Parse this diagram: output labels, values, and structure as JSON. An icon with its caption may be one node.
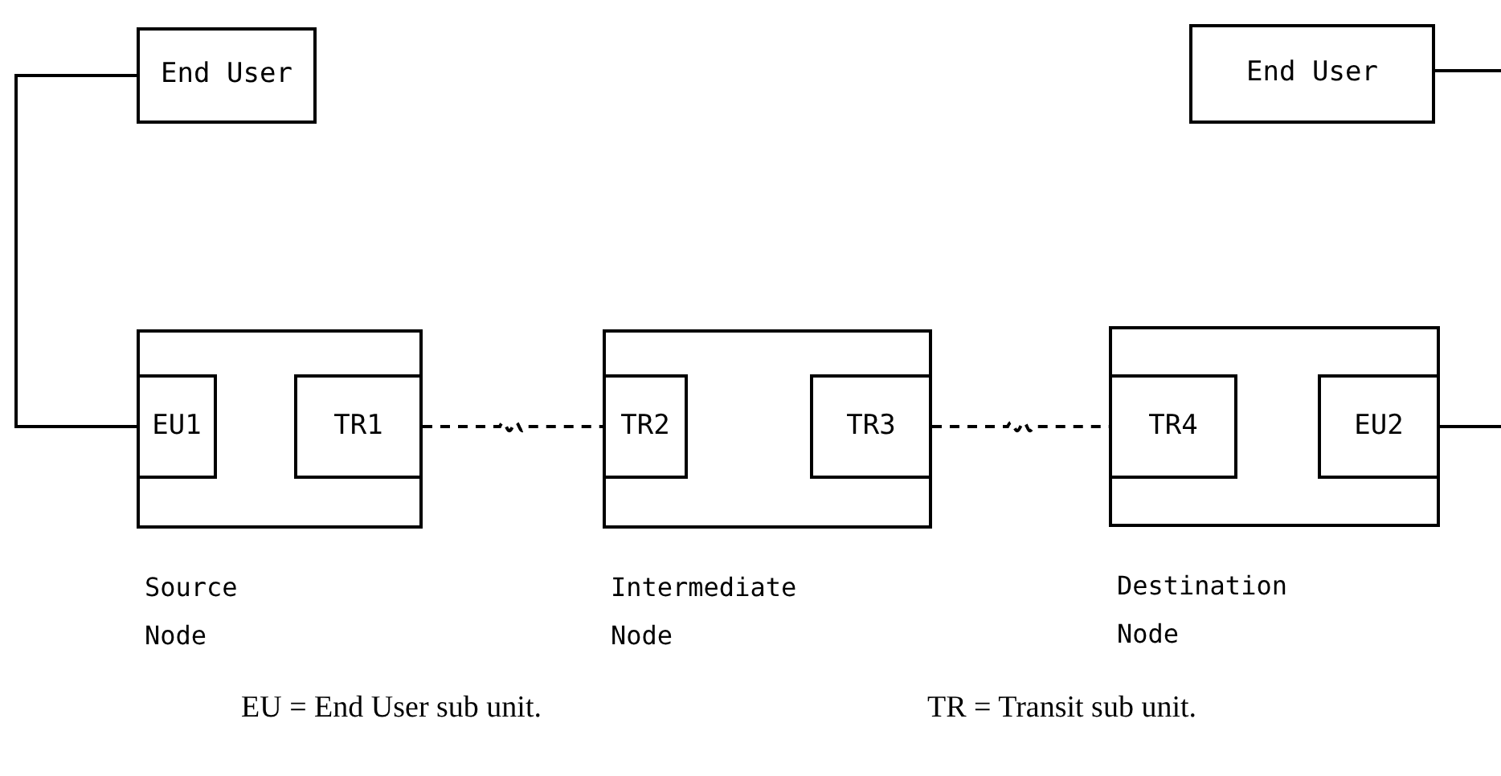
{
  "diagram": {
    "nodes": [
      {
        "text": [
          "End User"
        ]
      },
      {
        "text": [
          "End User"
        ]
      },
      {
        "text": [],
        "shape": "box",
        "beside": [
          "Source Node"
        ]
      },
      {
        "text": [
          "EU1"
        ],
        "in": 2
      },
      {
        "text": [
          "TR1"
        ],
        "in": 2
      },
      {
        "text": [],
        "shape": "box",
        "beside": [
          "Intermediate Node"
        ]
      },
      {
        "text": [
          "TR2"
        ],
        "in": 5
      },
      {
        "text": [
          "TR3"
        ],
        "in": 5
      },
      {
        "text": [],
        "shape": "box",
        "beside": [
          "Destination Node"
        ]
      },
      {
        "text": [
          "TR4"
        ],
        "in": 8
      },
      {
        "text": [
          "EU2"
        ],
        "in": 8
      }
    ],
    "edges": [
      {
        "from": 0,
        "to": 3,
        "arrow": "none"
      },
      {
        "from": 4,
        "to": 6,
        "arrow": "none",
        "style": "dashed"
      },
      {
        "from": 7,
        "to": 9,
        "arrow": "none",
        "style": "dashed"
      },
      {
        "from": 1,
        "to": null,
        "arrow": "none"
      },
      {
        "from": 10,
        "to": null,
        "arrow": "none"
      }
    ],
    "labels": [
      "EU = End User sub unit.",
      "TR = Transit sub unit."
    ]
  }
}
